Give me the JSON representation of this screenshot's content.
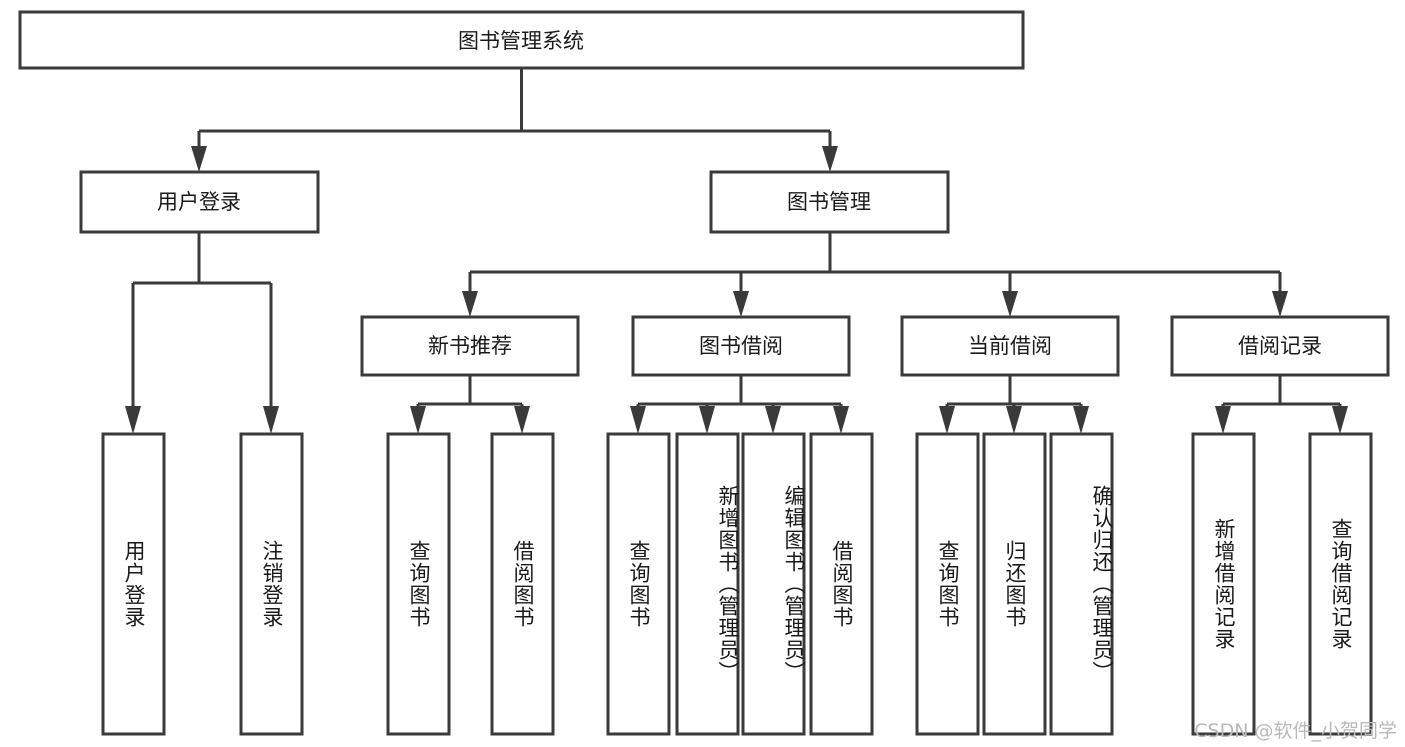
{
  "diagram": {
    "title": "图书管理系统",
    "type": "tree",
    "watermark": "CSDN @软件_小贺同学",
    "root": {
      "id": "root",
      "label": "图书管理系统"
    },
    "level2": [
      {
        "id": "user-login",
        "label": "用户登录"
      },
      {
        "id": "book-manage",
        "label": "图书管理"
      }
    ],
    "level3": [
      {
        "id": "new-book-recommend",
        "label": "新书推荐",
        "parent": "book-manage"
      },
      {
        "id": "book-borrow",
        "label": "图书借阅",
        "parent": "book-manage"
      },
      {
        "id": "current-borrow",
        "label": "当前借阅",
        "parent": "book-manage"
      },
      {
        "id": "borrow-record",
        "label": "借阅记录",
        "parent": "book-manage"
      }
    ],
    "leaves": {
      "user-login": [
        {
          "id": "leaf-user-login",
          "label": "用户登录"
        },
        {
          "id": "leaf-user-logout",
          "label": "注销登录"
        }
      ],
      "new-book-recommend": [
        {
          "id": "leaf-query-book-1",
          "label": "查询图书"
        },
        {
          "id": "leaf-borrow-book-1",
          "label": "借阅图书"
        }
      ],
      "book-borrow": [
        {
          "id": "leaf-query-book-2",
          "label": "查询图书"
        },
        {
          "id": "leaf-add-book",
          "label": "新增图书（管理员）"
        },
        {
          "id": "leaf-edit-book",
          "label": "编辑图书（管理员）"
        },
        {
          "id": "leaf-borrow-book-2",
          "label": "借阅图书"
        }
      ],
      "current-borrow": [
        {
          "id": "leaf-query-book-3",
          "label": "查询图书"
        },
        {
          "id": "leaf-return-book",
          "label": "归还图书"
        },
        {
          "id": "leaf-confirm-return",
          "label": "确认归还（管理员）"
        }
      ],
      "borrow-record": [
        {
          "id": "leaf-add-record",
          "label": "新增借阅记录"
        },
        {
          "id": "leaf-query-record",
          "label": "查询借阅记录"
        }
      ]
    },
    "colors": {
      "stroke": "#3a3a3a",
      "fill": "#ffffff",
      "text": "#1a1a1a",
      "watermark": "#b9b9b9"
    }
  }
}
